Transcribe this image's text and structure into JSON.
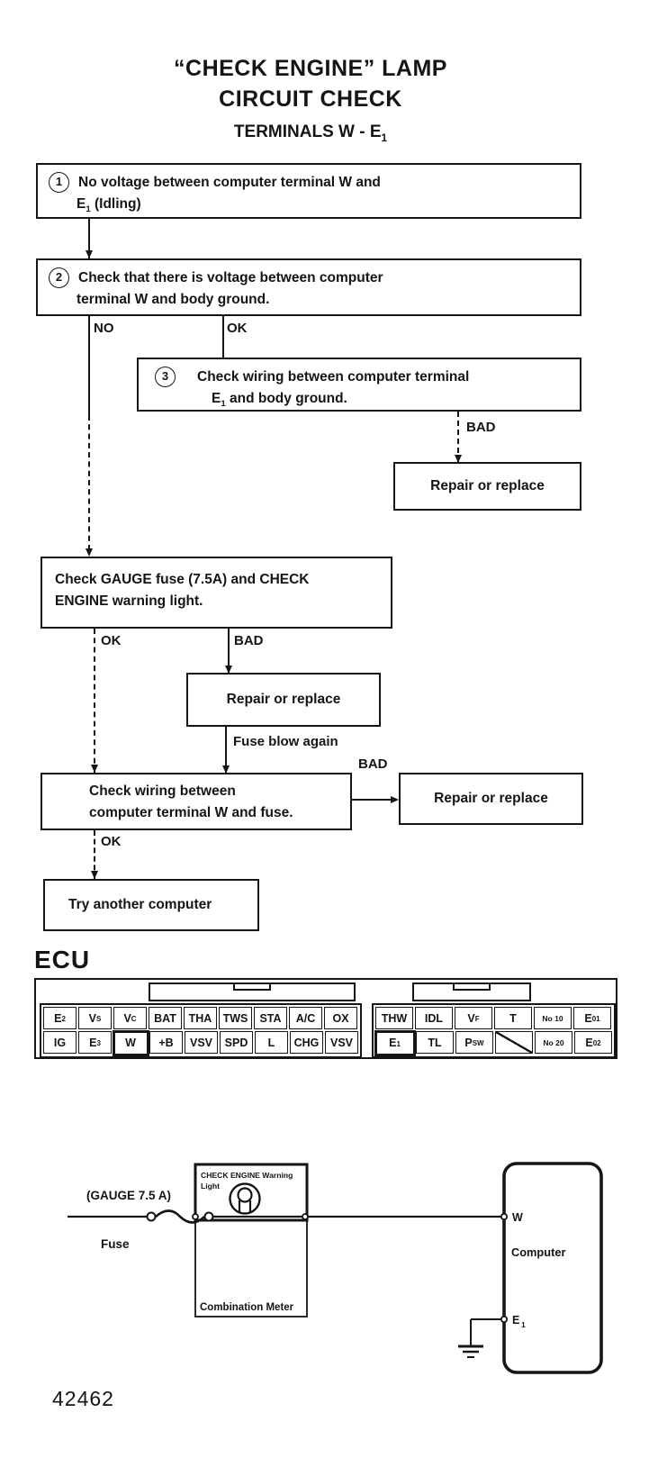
{
  "title": {
    "line1": "“CHECK ENGINE” LAMP",
    "line2": "CIRCUIT CHECK",
    "terminals_pre": "TERMINALS W - E",
    "terminals_sub": "1"
  },
  "labels": {
    "no": "NO",
    "ok": "OK",
    "bad": "BAD",
    "fuse_blow": "Fuse blow again"
  },
  "steps": {
    "s1": {
      "num": "1",
      "l1": "No voltage between computer terminal W and",
      "l2_pre": "E",
      "l2_sub": "1",
      "l2_post": " (Idling)"
    },
    "s2": {
      "num": "2",
      "l1": "Check that there is voltage between computer",
      "l2": "terminal W and body ground."
    },
    "s3": {
      "num": "3",
      "l1": "Check wiring between computer terminal",
      "l2_pre": "E",
      "l2_sub": "1",
      "l2_post": " and body ground."
    },
    "gauge": {
      "l1": "Check GAUGE fuse (7.5A) and CHECK",
      "l2": "ENGINE warning light."
    },
    "wiring": {
      "l1": "Check wiring between",
      "l2": "computer terminal W and fuse."
    },
    "repair": "Repair or replace",
    "try_another": "Try another computer"
  },
  "ecu": {
    "label": "ECU",
    "left_row1": [
      {
        "t": "E",
        "s": "2"
      },
      {
        "t": "V",
        "s": "S"
      },
      {
        "t": "V",
        "s": "C"
      },
      {
        "t": "BAT"
      },
      {
        "t": "THA"
      },
      {
        "t": "TWS"
      },
      {
        "t": "STA"
      },
      {
        "t": "A/C"
      },
      {
        "t": "OX"
      }
    ],
    "left_row2": [
      {
        "t": "IG"
      },
      {
        "t": "E",
        "s": "3"
      },
      {
        "t": "W"
      },
      {
        "t": "+B"
      },
      {
        "t": "VSV"
      },
      {
        "t": "SPD"
      },
      {
        "t": "L"
      },
      {
        "t": "CHG"
      },
      {
        "t": "VSV"
      }
    ],
    "right_row1": [
      {
        "t": "THW"
      },
      {
        "t": "IDL"
      },
      {
        "t": "V",
        "s": "F"
      },
      {
        "t": "T"
      },
      {
        "t": "No 10"
      },
      {
        "t": "E",
        "s": "01"
      }
    ],
    "right_row2": [
      {
        "t": "E",
        "s": "1"
      },
      {
        "t": "TL"
      },
      {
        "t": "P",
        "s": "SW"
      },
      {
        "t": ""
      },
      {
        "t": "No 20"
      },
      {
        "t": "E",
        "s": "02"
      }
    ]
  },
  "diagram": {
    "gauge_label": "(GAUGE 7.5 A)",
    "fuse_label": "Fuse",
    "warning_l1": "CHECK ENGINE Warning",
    "warning_l2": "Light",
    "meter_label": "Combination Meter",
    "computer_label": "Computer",
    "w_terminal": "W",
    "e_terminal_pre": "E",
    "e_terminal_sub": "1"
  },
  "figure_number": "42462"
}
